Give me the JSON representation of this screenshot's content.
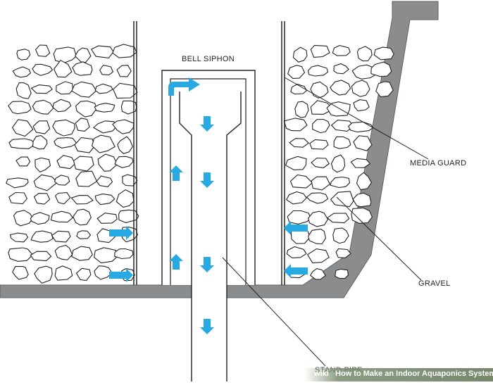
{
  "labels": {
    "bell_siphon": "BELL SIPHON",
    "media_guard": "MEDIA GUARD",
    "gravel": "GRAVEL",
    "stand_pipe": "STAND PIPE"
  },
  "watermark": {
    "logo": "wiki",
    "text": "How to Make an Indoor Aquaponics System"
  },
  "colors": {
    "wall": "#8a8c8e",
    "arrow": "#29a9e1",
    "line": "#2a2a2a",
    "stone": "#222222"
  }
}
